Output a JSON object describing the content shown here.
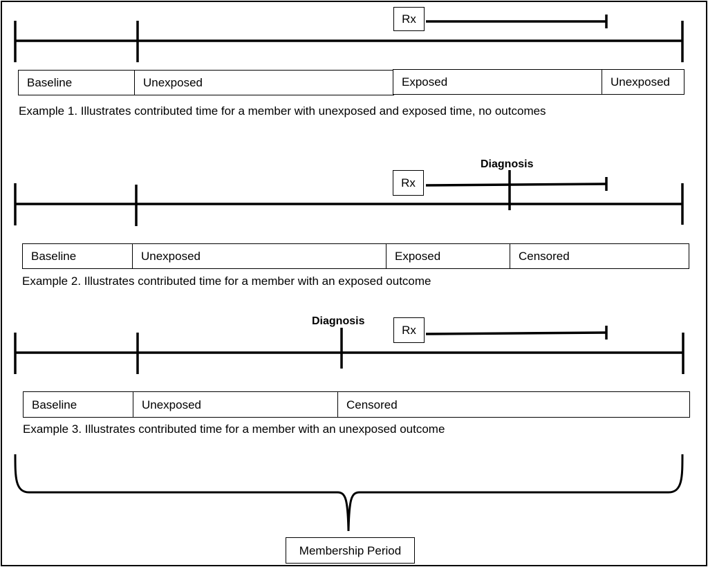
{
  "example1": {
    "rx": "Rx",
    "segments": [
      "Baseline",
      "Unexposed",
      "Exposed",
      "Unexposed"
    ],
    "caption": "Example 1. Illustrates contributed time for a member with unexposed and exposed time, no outcomes"
  },
  "example2": {
    "rx": "Rx",
    "diagnosis": "Diagnosis",
    "segments": [
      "Baseline",
      "Unexposed",
      "Exposed",
      "Censored"
    ],
    "caption": "Example 2. Illustrates contributed time for a member with an exposed outcome"
  },
  "example3": {
    "rx": "Rx",
    "diagnosis": "Diagnosis",
    "segments": [
      "Baseline",
      "Unexposed",
      "Censored"
    ],
    "caption": "Example 3. Illustrates contributed time for a member with an unexposed outcome"
  },
  "membership_period": "Membership Period"
}
